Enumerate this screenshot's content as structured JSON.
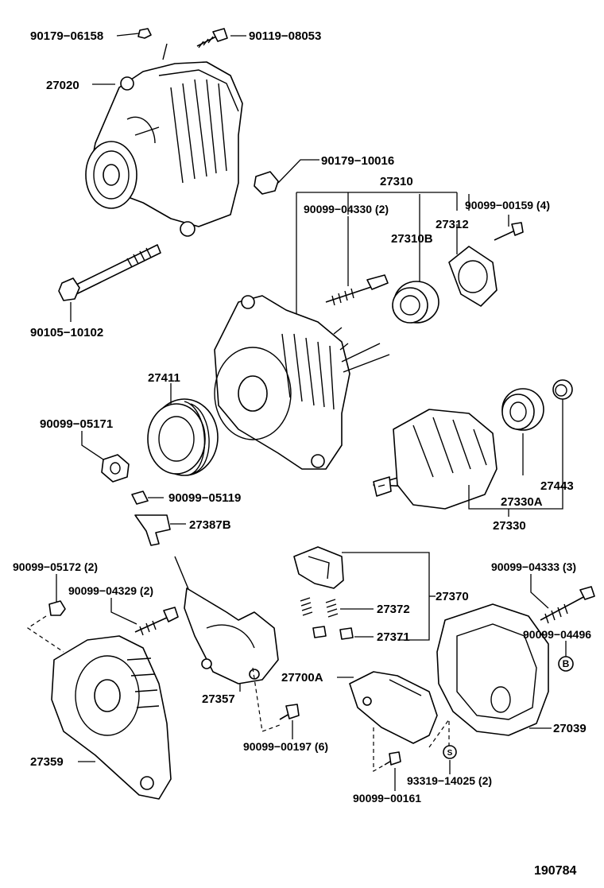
{
  "diagram_id": "190784",
  "callouts": {
    "c90179_06158": "90179−06158",
    "c90119_08053": "90119−08053",
    "c27020": "27020",
    "c90179_10016": "90179−10016",
    "c27310": "27310",
    "c90099_04330": "90099−04330 (2)",
    "c90099_00159": "90099−00159 (4)",
    "c27312": "27312",
    "c27310B": "27310B",
    "c90105_10102": "90105−10102",
    "c27411": "27411",
    "c90099_05171": "90099−05171",
    "c90099_05119": "90099−05119",
    "c27387B": "27387B",
    "c27443": "27443",
    "c27330A": "27330A",
    "c27330": "27330",
    "c90099_05172": "90099−05172 (2)",
    "c90099_04329": "90099−04329 (2)",
    "c90099_04333": "90099−04333 (3)",
    "c27370": "27370",
    "c27372": "27372",
    "c27371": "27371",
    "c90099_04496": "90099−04496",
    "c27700A": "27700A",
    "c27357": "27357",
    "c27039": "27039",
    "c27359": "27359",
    "c90099_00197": "90099−00197 (6)",
    "c93319_14025": "93319−14025 (2)",
    "c90099_00161": "90099−00161",
    "marker_B": "B",
    "marker_S": "S"
  }
}
